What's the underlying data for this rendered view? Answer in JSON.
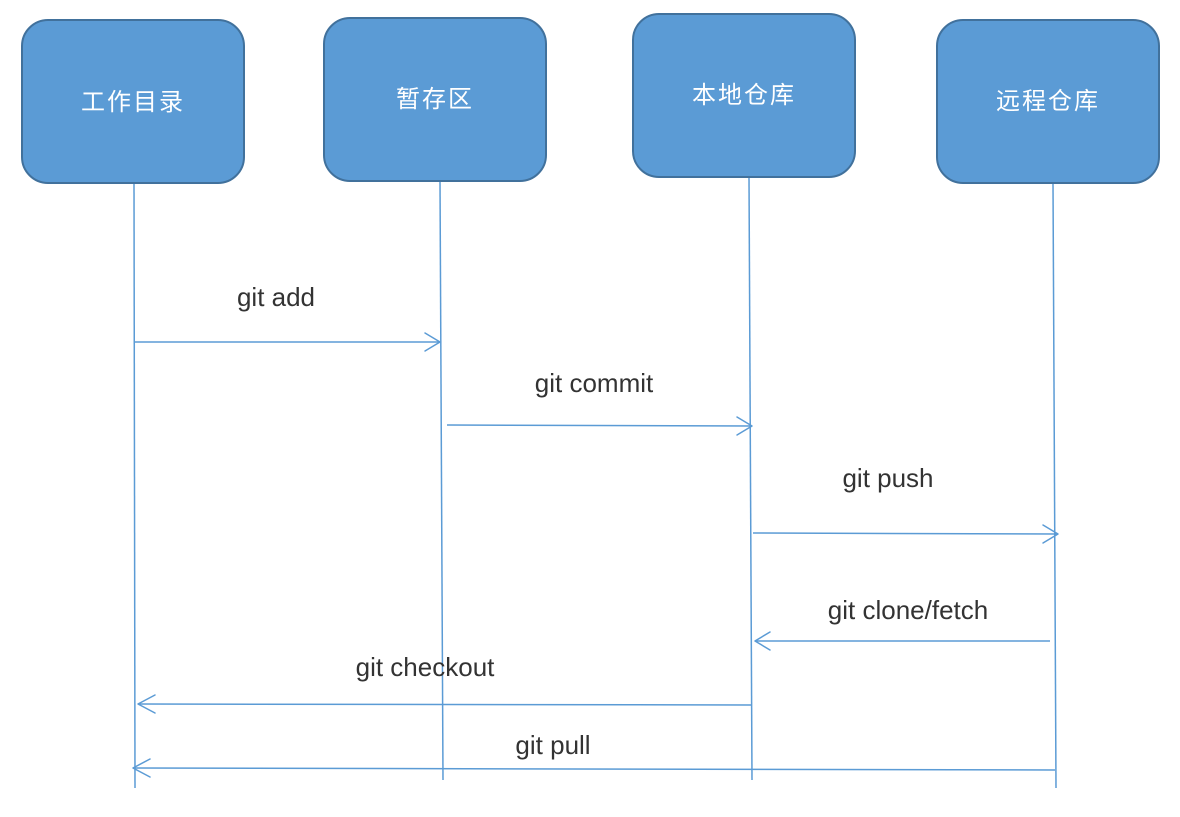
{
  "nodes": [
    {
      "id": "working-directory",
      "label": "工作目录"
    },
    {
      "id": "staging-area",
      "label": "暂存区"
    },
    {
      "id": "local-repository",
      "label": "本地仓库"
    },
    {
      "id": "remote-repository",
      "label": "远程仓库"
    }
  ],
  "messages": [
    {
      "id": "git-add",
      "label": "git add",
      "from": "working-directory",
      "to": "staging-area"
    },
    {
      "id": "git-commit",
      "label": "git commit",
      "from": "staging-area",
      "to": "local-repository"
    },
    {
      "id": "git-push",
      "label": "git push",
      "from": "local-repository",
      "to": "remote-repository"
    },
    {
      "id": "git-clone-fetch",
      "label": "git clone/fetch",
      "from": "remote-repository",
      "to": "local-repository"
    },
    {
      "id": "git-checkout",
      "label": "git checkout",
      "from": "local-repository",
      "to": "working-directory"
    },
    {
      "id": "git-pull",
      "label": "git pull",
      "from": "remote-repository",
      "to": "working-directory"
    }
  ],
  "colors": {
    "node_fill": "#5B9BD5",
    "node_border": "#41719C",
    "line": "#5B9BD5",
    "text": "#333333"
  }
}
